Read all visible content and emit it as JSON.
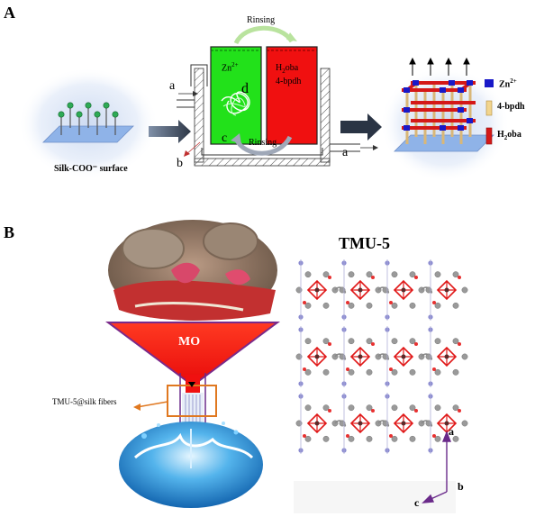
{
  "panel_a": {
    "letter": "A",
    "surface_label": "Silk-COO⁻ surface",
    "rinsing_top": "Rinsing",
    "rinsing_bottom": "Rinsing",
    "beaker_left_line1": "Zn",
    "beaker_left_sup": "2+",
    "beaker_right_line1": "H",
    "beaker_right_sub": "2",
    "beaker_right_line1b": "oba",
    "beaker_right_line2": "4-bpdh",
    "label_a_left": "a",
    "label_a_right": "a",
    "label_b": "b",
    "label_c": "c",
    "label_d": "d",
    "legend": [
      {
        "symbol": "zn-square",
        "text": "Zn",
        "sup": "2+"
      },
      {
        "symbol": "bpdh-bar",
        "text": "4-bpdh"
      },
      {
        "symbol": "oba-bar",
        "text": "H",
        "sub": "2",
        "text2": "oba"
      }
    ]
  },
  "panel_b": {
    "letter": "B",
    "funnel_label": "MO",
    "fiber_label": "TMU-5@silk fibers",
    "structure_title": "TMU-5",
    "axis_a": "a",
    "axis_b": "b",
    "axis_c": "c"
  },
  "colors": {
    "green": "#22e11a",
    "red": "#f01010",
    "blue_zn": "#1818c8",
    "funnel_red": "#ff2a1a",
    "arrow_gray": "#3a4452"
  }
}
